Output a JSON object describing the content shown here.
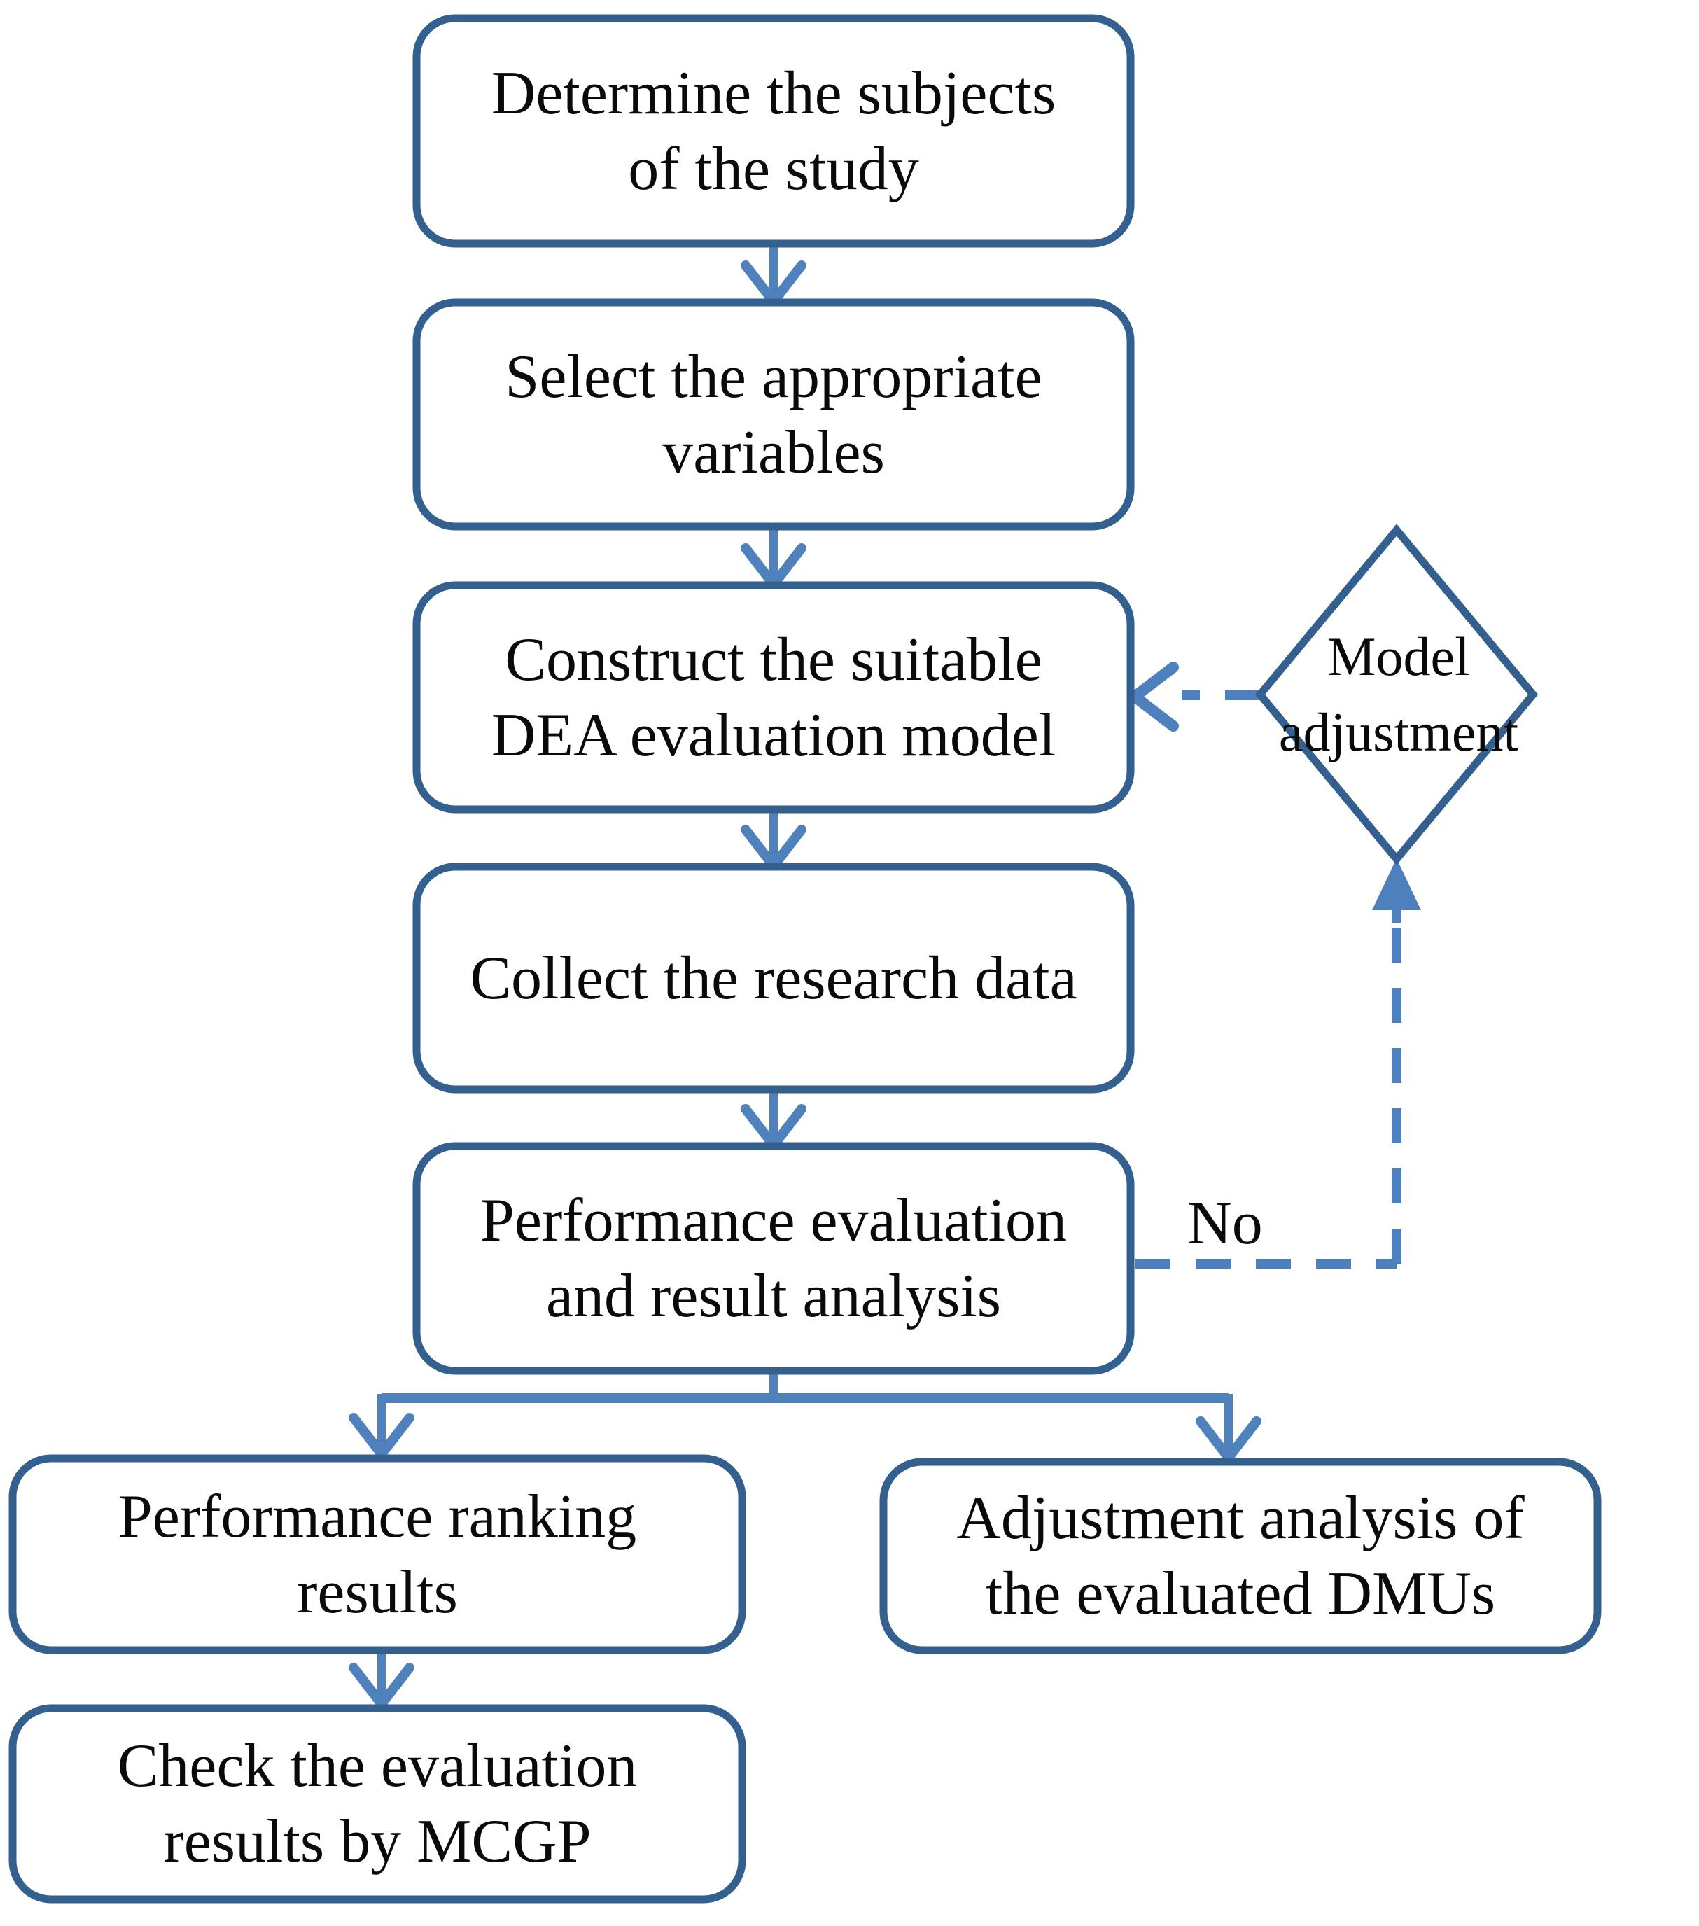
{
  "colors": {
    "box_border": "#33608E",
    "connector": "#4F81BD",
    "dashed": "#4E80BD",
    "text": "#0A0A0A",
    "bg": "#FFFFFF"
  },
  "nodes": {
    "determine": {
      "line1": "Determine the subjects",
      "line2": "of the study"
    },
    "select": {
      "line1": "Select the appropriate",
      "line2": "variables"
    },
    "construct": {
      "line1": "Construct the suitable",
      "line2": "DEA evaluation model"
    },
    "collect": {
      "line1": "Collect the research data"
    },
    "evaluate": {
      "line1": "Performance evaluation",
      "line2": "and result analysis"
    },
    "ranking": {
      "line1": "Performance ranking",
      "line2": "results"
    },
    "check": {
      "line1": "Check the evaluation",
      "line2": "results by MCGP"
    },
    "adjustment_analysis": {
      "line1": "Adjustment analysis of",
      "line2": "the evaluated DMUs"
    },
    "model_adjustment": {
      "line1": "Model",
      "line2": "adjustment"
    },
    "no_label": "No"
  },
  "edges": [
    {
      "from": "determine",
      "to": "select",
      "style": "solid",
      "label": ""
    },
    {
      "from": "select",
      "to": "construct",
      "style": "solid",
      "label": ""
    },
    {
      "from": "construct",
      "to": "collect",
      "style": "solid",
      "label": ""
    },
    {
      "from": "collect",
      "to": "evaluate",
      "style": "solid",
      "label": ""
    },
    {
      "from": "evaluate",
      "to": "ranking",
      "style": "solid",
      "label": ""
    },
    {
      "from": "evaluate",
      "to": "adjustment_analysis",
      "style": "solid",
      "label": ""
    },
    {
      "from": "ranking",
      "to": "check",
      "style": "solid",
      "label": ""
    },
    {
      "from": "evaluate",
      "to": "model_adjustment",
      "style": "dashed",
      "label": "No"
    },
    {
      "from": "model_adjustment",
      "to": "construct",
      "style": "dashed",
      "label": ""
    }
  ]
}
